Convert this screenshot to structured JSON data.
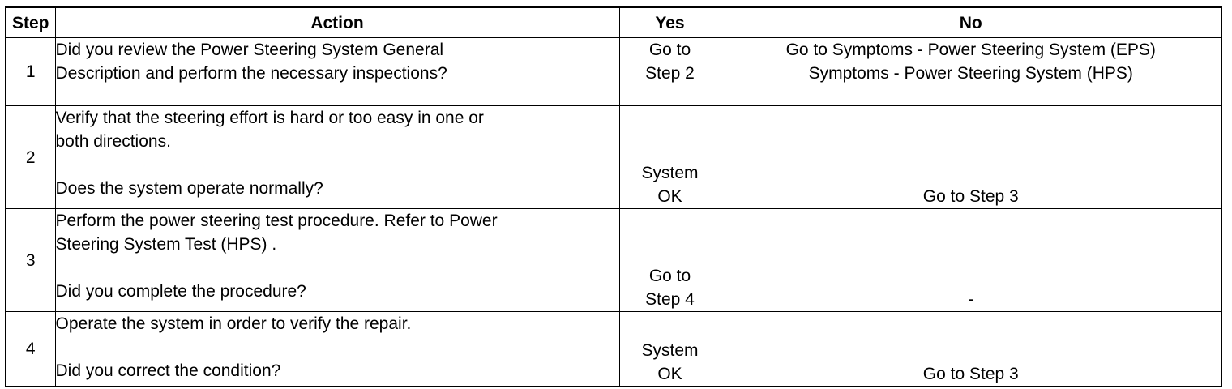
{
  "headers": {
    "step": "Step",
    "action": "Action",
    "yes": "Yes",
    "no": "No"
  },
  "rows": [
    {
      "step": "1",
      "action": [
        "Did you review the Power Steering System General",
        "Description and perform the necessary inspections?"
      ],
      "question": "",
      "yes": [
        "Go to",
        "Step 2"
      ],
      "no": [
        "Go to Symptoms - Power Steering System (EPS)",
        "Symptoms - Power Steering System (HPS)"
      ]
    },
    {
      "step": "2",
      "action": [
        "Verify that the steering effort is hard or too easy in one or",
        "both directions."
      ],
      "question": "Does the system operate normally?",
      "yes": [
        "System",
        "OK"
      ],
      "no": [
        "Go to Step 3"
      ]
    },
    {
      "step": "3",
      "action": [
        "Perform the power steering test procedure. Refer to Power",
        "Steering System Test (HPS) ."
      ],
      "question": "Did you complete the procedure?",
      "yes": [
        "Go to",
        "Step 4"
      ],
      "no": [
        "-"
      ]
    },
    {
      "step": "4",
      "action": [
        "Operate the system in order to verify the repair."
      ],
      "question": "Did you correct the condition?",
      "yes": [
        "System",
        "OK"
      ],
      "no": [
        "Go to Step 3"
      ]
    }
  ]
}
